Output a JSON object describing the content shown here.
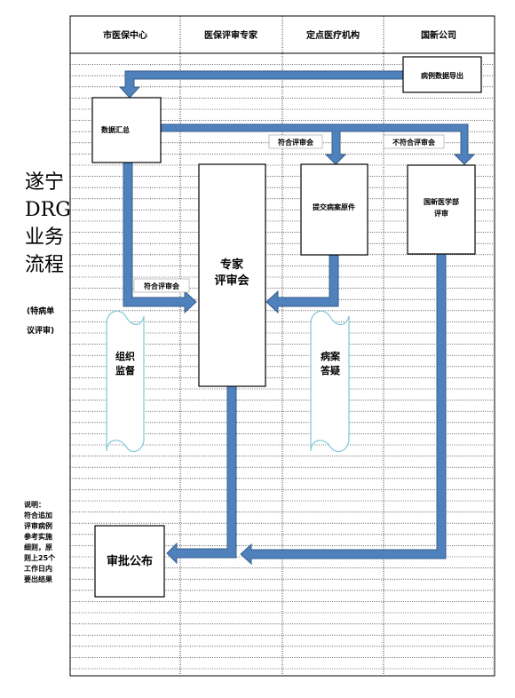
{
  "columns": [
    "市医保中心",
    "医保评审专家",
    "定点医疗机构",
    "国新公司"
  ],
  "side": {
    "title_lines": [
      "遂宁",
      "DRG",
      "业务",
      "流程"
    ],
    "subtitle_lines": [
      "(特病单",
      "议评审)"
    ],
    "note_lines": [
      "说明：",
      "符合追加",
      "评审病例",
      "参考实施",
      "细则，原",
      "则上25个",
      "工作日内",
      "要出结果"
    ]
  },
  "nodes": {
    "case_export": "病例数据导出",
    "data_summary": "数据汇总",
    "submit_records": "提交病案原件",
    "guoxin_review": [
      "国新医学部",
      "评审"
    ],
    "expert_meeting": [
      "专家",
      "评审会"
    ],
    "approval": "审批公布"
  },
  "labels": {
    "qualify_top": "符合评审会",
    "not_qualify": "不符合评审会",
    "qualify_left": "符合评审会"
  },
  "scrolls": {
    "supervision": [
      "组织",
      "监督"
    ],
    "case_answer": [
      "病案",
      "答疑"
    ]
  },
  "colors": {
    "arrow_fill": "#4f81bd",
    "arrow_stroke": "#385d8a",
    "scroll_stroke": "#7fc8d8"
  }
}
